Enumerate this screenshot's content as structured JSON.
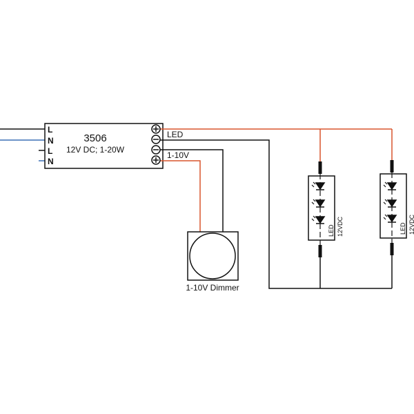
{
  "driver": {
    "model": "3506",
    "spec": "12V DC; 1-20W",
    "input_labels": [
      "L",
      "N",
      "L",
      "N"
    ],
    "terminal_symbols": [
      "+",
      "−",
      "−",
      "+"
    ],
    "output_led_label": "LED",
    "output_dim_label": "1-10V"
  },
  "dimmer": {
    "label": "1-10V Dimmer"
  },
  "led_modules": [
    {
      "label": "LED",
      "voltage": "12VDC"
    },
    {
      "label": "LED",
      "voltage": "12VDC"
    }
  ],
  "colors": {
    "positive": "#d9532b",
    "negative": "#111111",
    "neutral": "#3a6fb5"
  }
}
